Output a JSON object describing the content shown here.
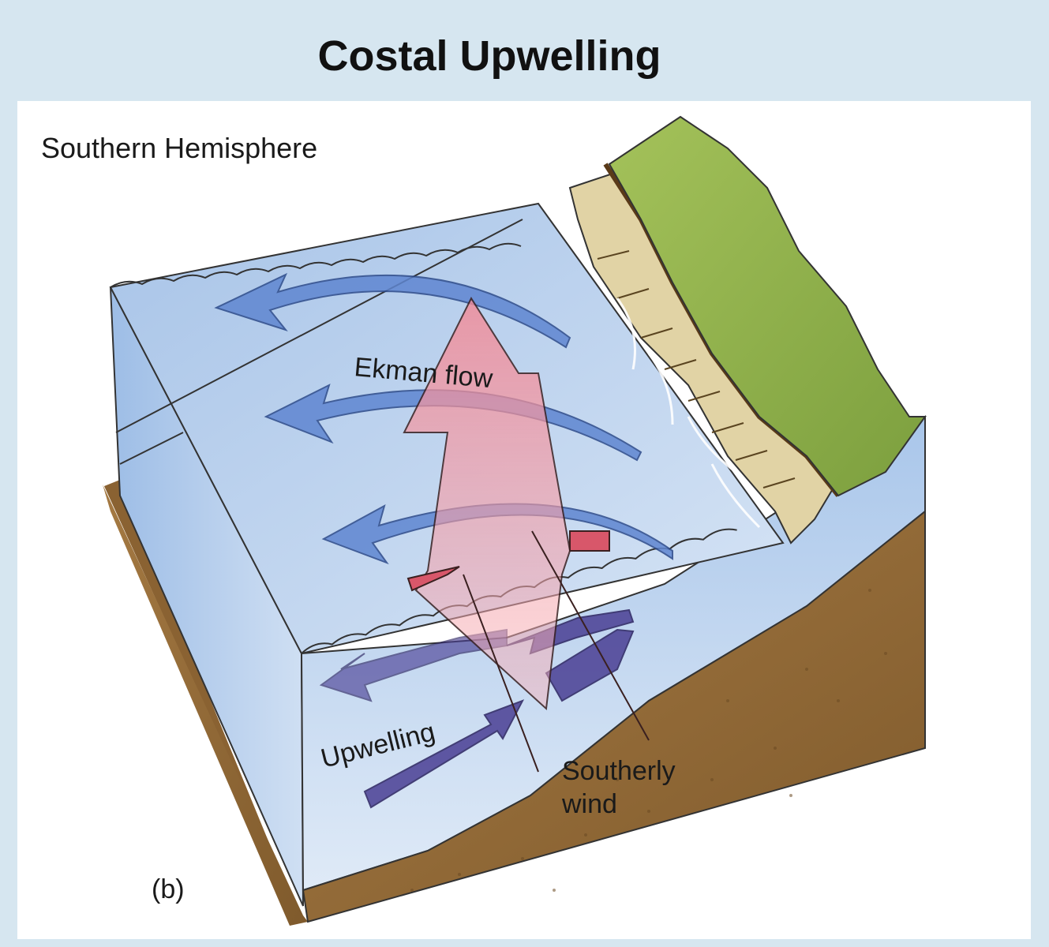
{
  "title": "Costal Upwelling",
  "hemisphere_label": "Southern Hemisphere",
  "labels": {
    "ekman_flow": "Ekman flow",
    "upwelling": "Upwelling",
    "wind_line1": "Southerly",
    "wind_line2": "wind",
    "panel_id": "(b)"
  },
  "colors": {
    "background": "#d6e6f0",
    "water": "#b9d3ef",
    "sediment": "#8a6232",
    "cliff_top": "#8fb04a",
    "cliff_face": "#e1d3a5",
    "ekman_arrow": "#5f86d1",
    "upwelling_arrow": "#4a3f94",
    "wind_arrow": "#f08f9a"
  }
}
